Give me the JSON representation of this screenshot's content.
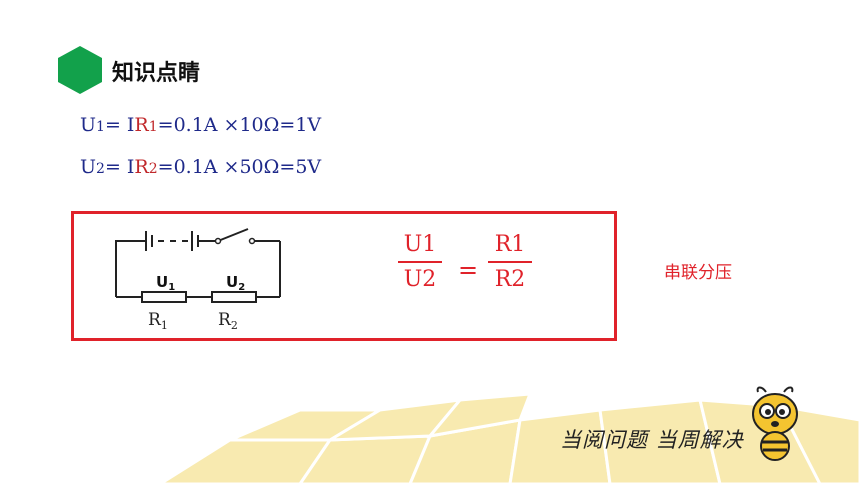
{
  "section": {
    "title": "知识点睛"
  },
  "equations": [
    {
      "prefix": "U",
      "sub": "1",
      "eq": "= ",
      "i": "I",
      "r": "R",
      "rsub": "1",
      "rest": "=0.1A ×10Ω=1V"
    },
    {
      "prefix": "U",
      "sub": "2",
      "eq": "= ",
      "i": "I",
      "r": "R",
      "rsub": "2",
      "rest": "=0.1A ×50Ω=5V"
    }
  ],
  "circuit": {
    "u1": "U",
    "u1sub": "1",
    "u2": "U",
    "u2sub": "2",
    "r1": "R",
    "r1sub": "1",
    "r2": "R",
    "r2sub": "2"
  },
  "ratio": {
    "left_num": "U1",
    "left_den": "U2",
    "equals": "=",
    "right_num": "R1",
    "right_den": "R2"
  },
  "note": "串联分压",
  "slogan": "当阅问题 当周解决",
  "colors": {
    "accent": "#e0222a",
    "hexagon": "#12a14b",
    "navy": "#1f2a8a",
    "honey": "#f6e7a4"
  }
}
